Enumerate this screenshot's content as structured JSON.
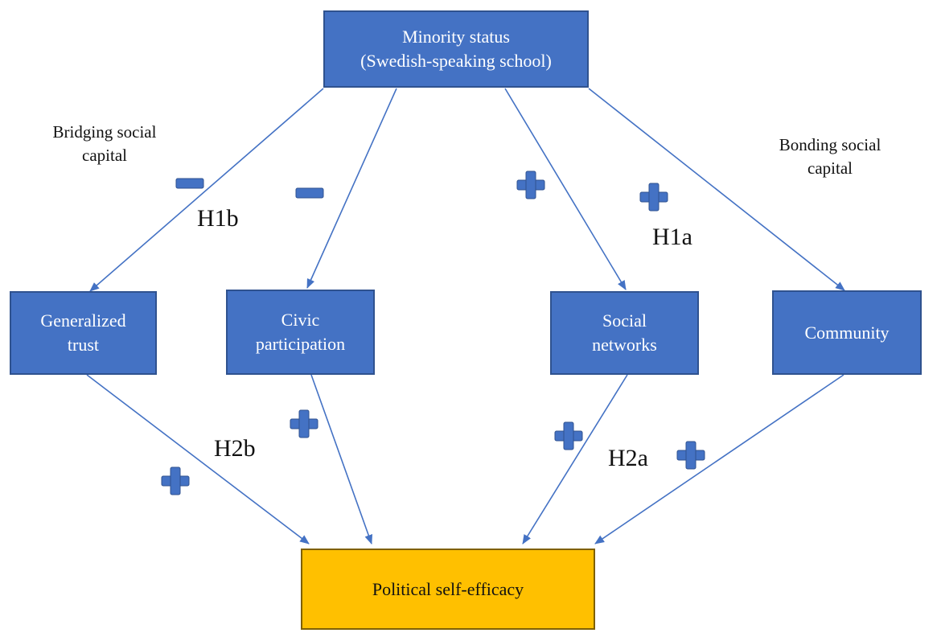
{
  "nodes": {
    "minority": "Minority status\n(Swedish-speaking school)",
    "trust": "Generalized\ntrust",
    "civic": "Civic\nparticipation",
    "networks": "Social\nnetworks",
    "community": "Community",
    "efficacy": "Political self-efficacy"
  },
  "group_labels": {
    "bridging": "Bridging social\ncapital",
    "bonding": "Bonding social\ncapital"
  },
  "hypotheses": {
    "h1b": "H1b",
    "h1a": "H1a",
    "h2b": "H2b",
    "h2a": "H2a"
  },
  "signs": {
    "minority_to_trust": "negative",
    "minority_to_civic": "negative",
    "minority_to_networks": "positive",
    "minority_to_community": "positive",
    "trust_to_efficacy": "positive",
    "civic_to_efficacy": "positive",
    "networks_to_efficacy": "positive",
    "community_to_efficacy": "positive"
  },
  "colors": {
    "node_fill": "#4472c4",
    "node_border": "#2f528f",
    "outcome_fill": "#ffc000",
    "arrow": "#4472c4",
    "sign": "#4472c4"
  }
}
